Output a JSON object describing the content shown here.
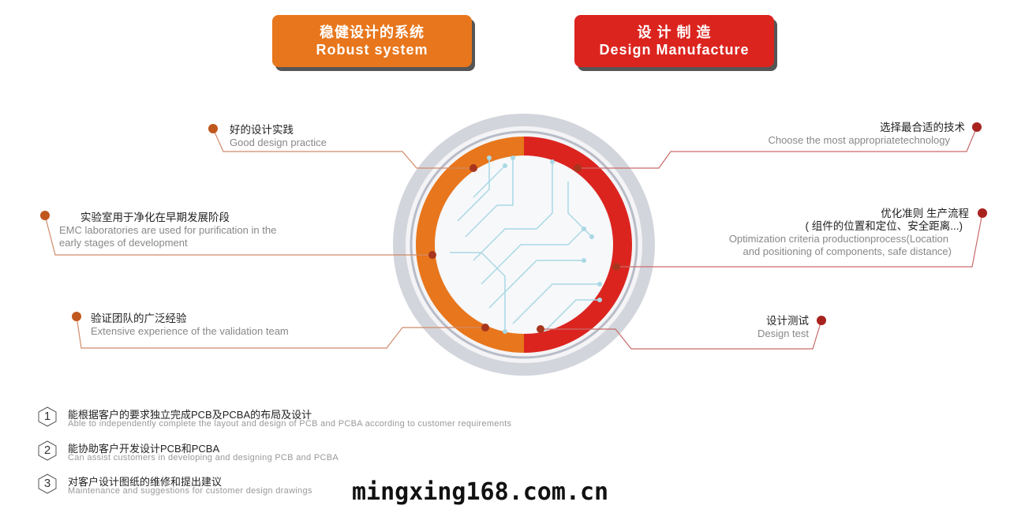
{
  "headers": [
    {
      "cn": "稳健设计的系统",
      "en": "Robust  system",
      "color": "#e8761c"
    },
    {
      "cn": "设 计 制 造",
      "en": "Design Manufacture",
      "color": "#dc241f"
    }
  ],
  "left_items": [
    {
      "cn": "好的设计实践",
      "en": "Good design practice"
    },
    {
      "cn": "实验室用于净化在早期发展阶段",
      "en": "EMC laboratories are used for purification in the",
      "en2": "early stages of development"
    },
    {
      "cn": "验证团队的广泛经验",
      "en": "Extensive experience of the validation team"
    }
  ],
  "right_items": [
    {
      "cn": "选择最合适的技术",
      "en": "Choose the most appropriatetechnology"
    },
    {
      "cn": "优化准则 生产流程",
      "cn2": "( 组件的位置和定位、安全距离...)",
      "en": "Optimization criteria productionprocess(Location",
      "en2": "and positioning of components, safe distance)"
    },
    {
      "cn": "设计测试",
      "en": "Design test"
    }
  ],
  "list": [
    {
      "num": "1",
      "cn": "能根据客户的要求独立完成PCB及PCBA的布局及设计",
      "en": "Able to independently complete the layout and design of PCB and PCBA according to customer requirements"
    },
    {
      "num": "2",
      "cn": "能协助客户开发设计PCB和PCBA",
      "en": "Can assist customers in developing and designing PCB and PCBA"
    },
    {
      "num": "3",
      "cn": "对客户设计图纸的维修和提出建议",
      "en": "Maintenance and suggestions for customer design drawings"
    }
  ],
  "watermark": "mingxing168.com.cn",
  "colors": {
    "orange": "#e8761c",
    "red": "#dc241f",
    "dot_left": "#c0571c",
    "dot_right": "#a8221e",
    "line_left": "#d08a6a",
    "line_right": "#c96a6a"
  }
}
